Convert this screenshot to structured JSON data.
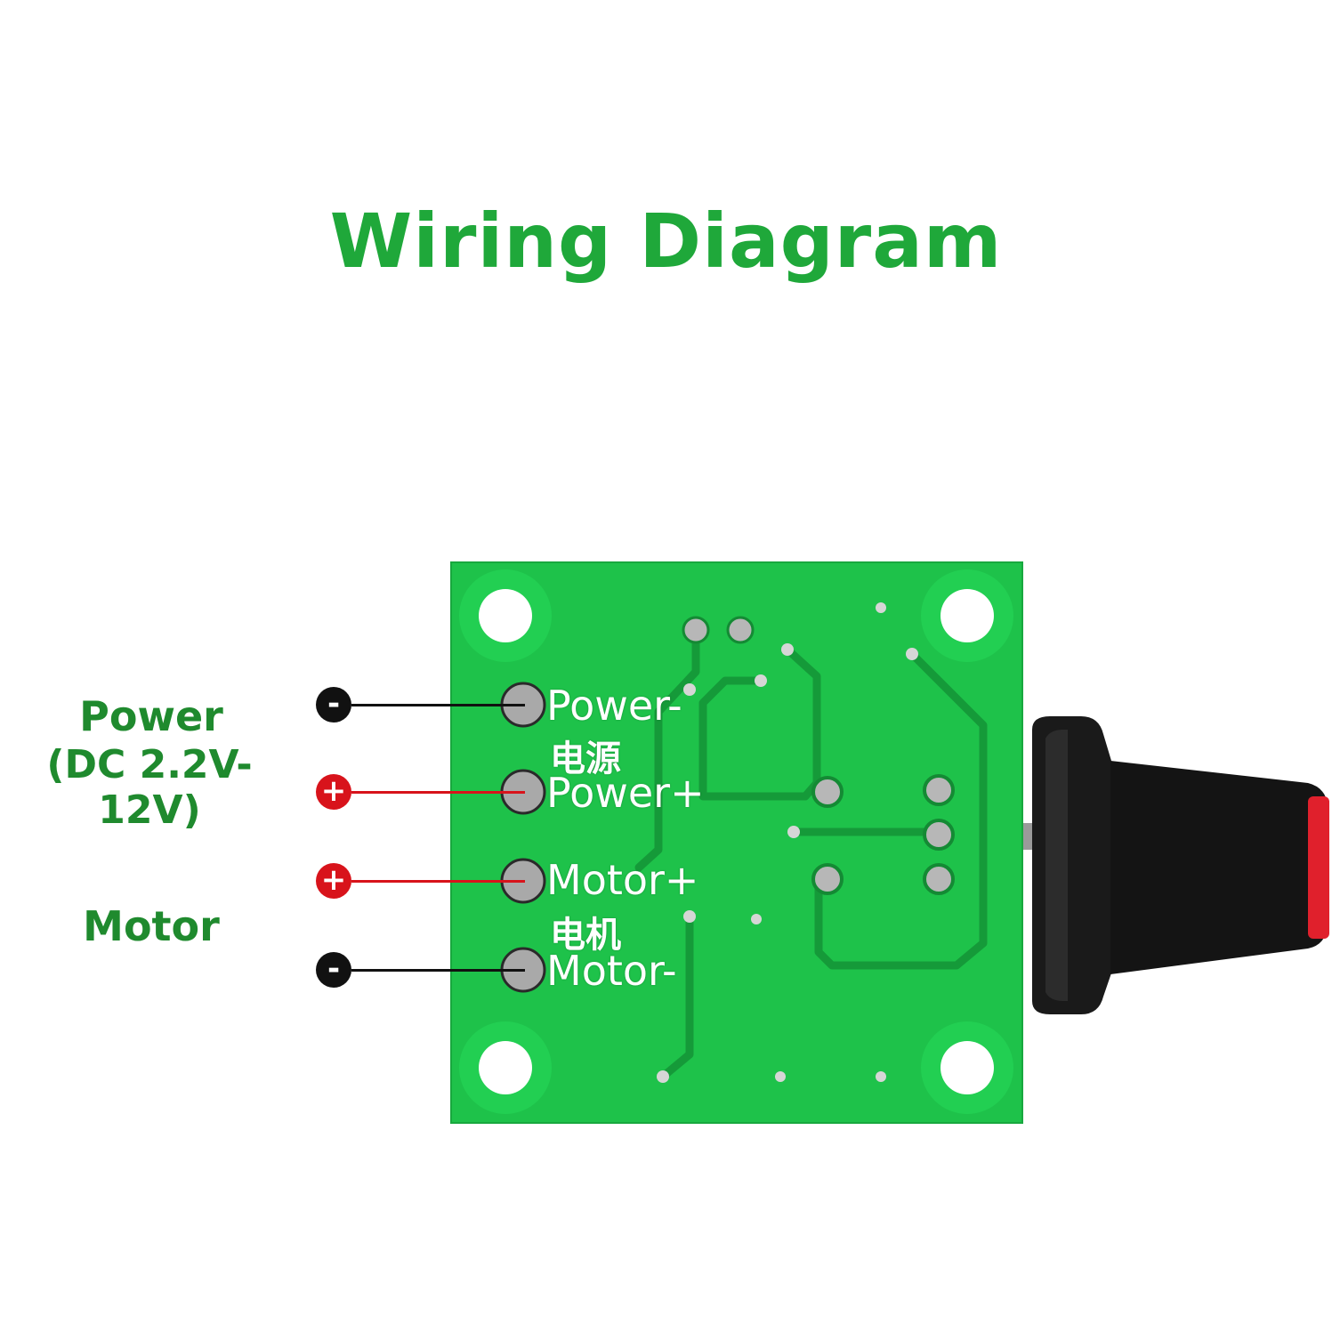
{
  "title": "Wiring Diagram",
  "left_labels": {
    "power": "Power",
    "power_range": "(DC 2.2V-12V)",
    "motor": "Motor"
  },
  "terminals": [
    {
      "symbol": "-",
      "board_label": "Power-",
      "polarity": "negative"
    },
    {
      "symbol": "+",
      "board_label": "Power+",
      "polarity": "positive"
    },
    {
      "symbol": "+",
      "board_label": "Motor+",
      "polarity": "positive"
    },
    {
      "symbol": "-",
      "board_label": "Motor-",
      "polarity": "negative"
    }
  ],
  "board_cn": {
    "power": "电源",
    "motor": "电机"
  },
  "colors": {
    "title": "#1fa83a",
    "label": "#1f8a2e",
    "pcb": "#1ec24a",
    "negative_wire": "#111111",
    "positive_wire": "#d8131b",
    "knob": "#1a1a1a",
    "knob_cap": "#e0202c"
  }
}
